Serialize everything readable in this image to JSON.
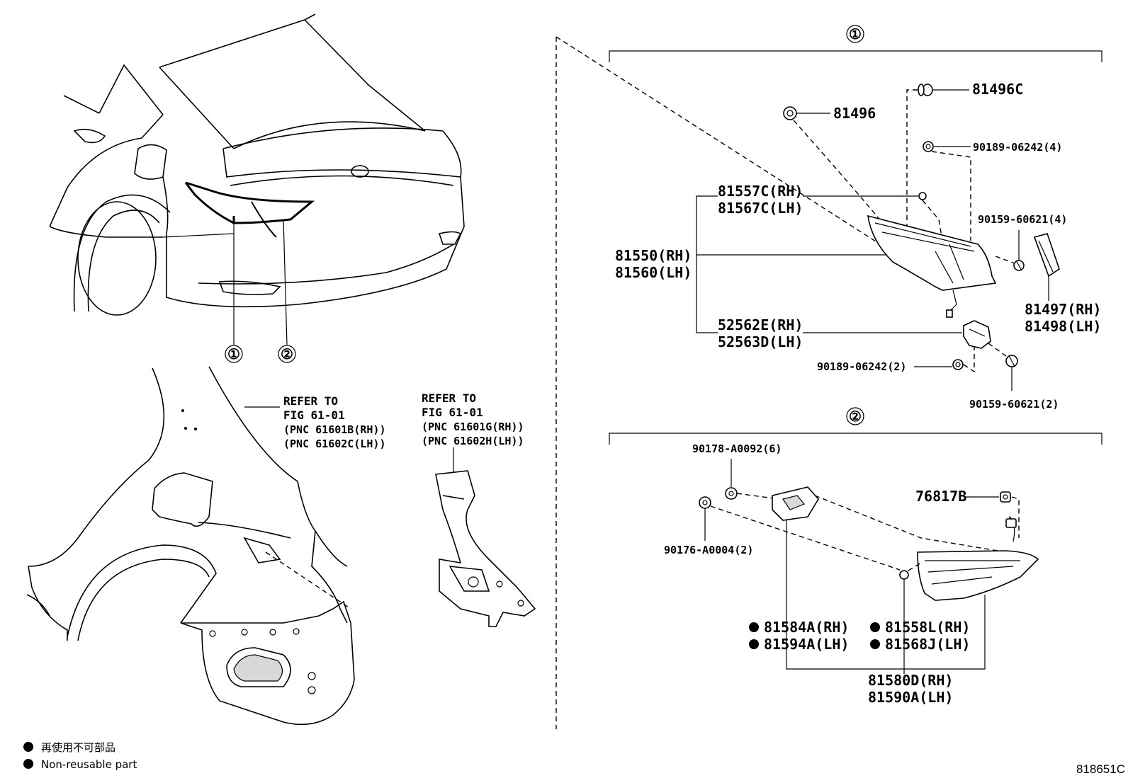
{
  "callouts": {
    "one": "①",
    "two": "②"
  },
  "refer_left": {
    "line1": "REFER TO",
    "line2": "FIG 61-01",
    "line3": "(PNC 61601B(RH))",
    "line4": "(PNC 61602C(LH))"
  },
  "refer_right": {
    "line1": "REFER TO",
    "line2": "FIG 61-01",
    "line3": "(PNC 61601G(RH))",
    "line4": "(PNC 61602H(LH))"
  },
  "group1": {
    "p81496C": "81496C",
    "p81496": "81496",
    "p90189_4": "90189-06242(4)",
    "p81557C": "81557C(RH)",
    "p81567C": "81567C(LH)",
    "p90159_4": "90159-60621(4)",
    "p81550": "81550(RH)",
    "p81560": "81560(LH)",
    "p81497": "81497(RH)",
    "p81498": "81498(LH)",
    "p52562E": "52562E(RH)",
    "p52563D": "52563D(LH)",
    "p90189_2": "90189-06242(2)",
    "p90159_2": "90159-60621(2)"
  },
  "group2": {
    "p90178": "90178-A0092(6)",
    "p76817B": "76817B",
    "p90176": "90176-A0004(2)",
    "p81584A": "81584A(RH)",
    "p81594A": "81594A(LH)",
    "p81558L": "81558L(RH)",
    "p81568J": "81568J(LH)",
    "p81580D": "81580D(RH)",
    "p81590A": "81590A(LH)"
  },
  "legend": {
    "jp": "再使用不可部品",
    "en": "Non-reusable part"
  },
  "figure_code": "818651C"
}
